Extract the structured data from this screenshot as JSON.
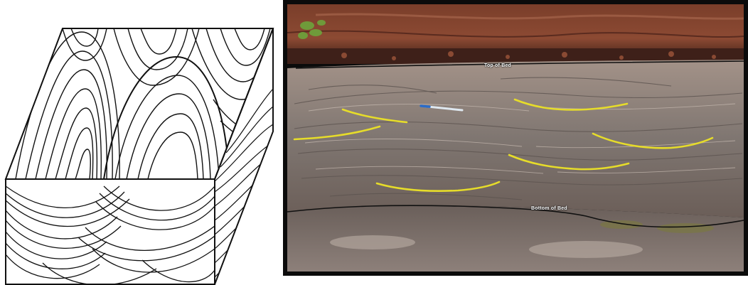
{
  "figure": {
    "block_diagram": {
      "line_color": "#111111"
    },
    "outcrop_photo": {
      "top_label": "Top of Bed",
      "bottom_label": "Bottom of Bed",
      "contact_line_color": "#111111",
      "trough_highlight_color": "#e6dc2a",
      "scale_object": "pen"
    }
  }
}
